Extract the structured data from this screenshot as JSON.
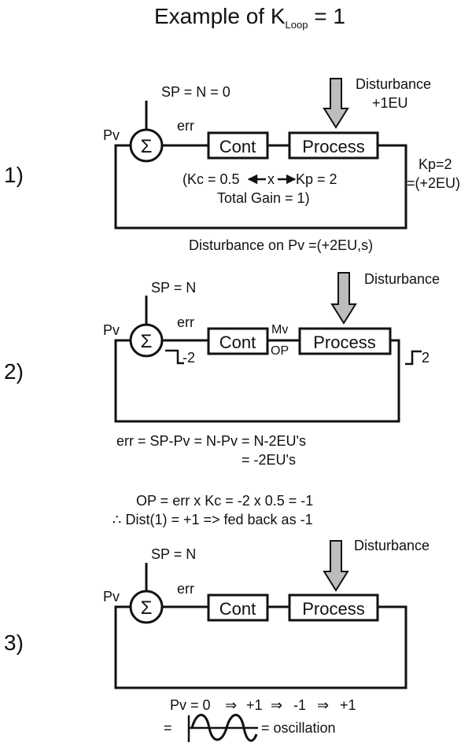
{
  "title": {
    "main": "Example of K",
    "sub": "Loop",
    "tail": " = 1"
  },
  "sigma": "Σ",
  "diagram1": {
    "number": "1)",
    "sp": "SP = N = 0",
    "pv": "Pv",
    "err": "err",
    "cont": "Cont",
    "process": "Process",
    "disturbance": "Disturbance",
    "disturbance_value": "+1EU",
    "kc": "(Kc = 0.5",
    "x": "x",
    "kp": "Kp = 2",
    "total_gain": "Total Gain = 1)",
    "kp_right_1": "Kp=2",
    "kp_right_2": "=(+2EU)",
    "bottom": "Disturbance on Pv =(+2EU,s)"
  },
  "diagram2": {
    "number": "2)",
    "sp": "SP = N",
    "pv": "Pv",
    "err": "err",
    "cont": "Cont",
    "process": "Process",
    "mv": "Mv",
    "op": "OP",
    "disturbance": "Disturbance",
    "step_left": "-2",
    "step_right": "2",
    "eq1": "err = SP-Pv = N-Pv = N-2EU's",
    "eq2": "= -2EU's"
  },
  "middle_text": {
    "line1": "OP = err x Kc = -2 x 0.5 = -1",
    "line2": "∴ Dist(1) = +1 => fed back as -1"
  },
  "diagram3": {
    "number": "3)",
    "sp": "SP = N",
    "pv": "Pv",
    "err": "err",
    "cont": "Cont",
    "process": "Process",
    "disturbance": "Disturbance",
    "seq": [
      "Pv = 0",
      "+1",
      "-1",
      "+1"
    ],
    "equals": "=",
    "osc": "= oscillation"
  },
  "colors": {
    "arrow_fill": "#bdbdbd",
    "line": "#111111"
  }
}
